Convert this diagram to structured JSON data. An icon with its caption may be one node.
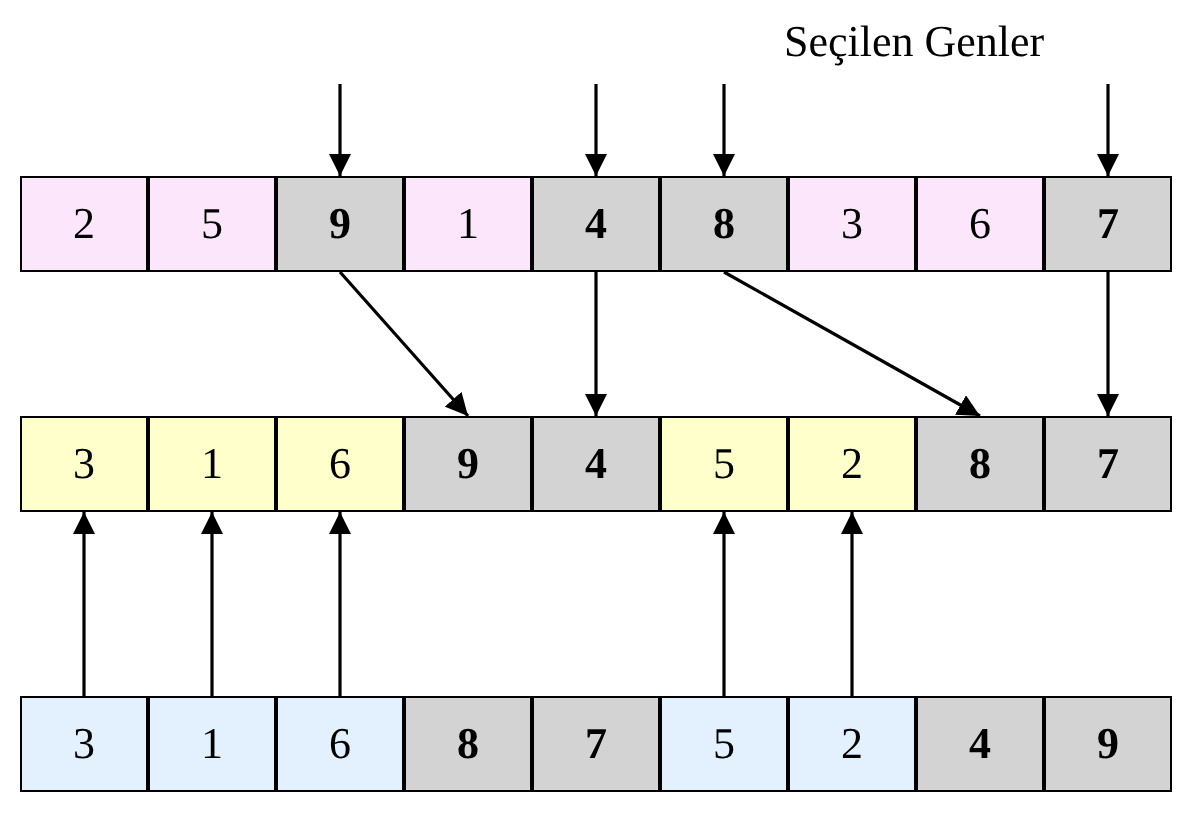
{
  "diagram": {
    "nodes": [
      {
        "text": [
          "2"
        ]
      },
      {
        "text": [
          "5"
        ]
      },
      {
        "text": [
          "9"
        ]
      },
      {
        "text": [
          "1"
        ]
      },
      {
        "text": [
          "4"
        ]
      },
      {
        "text": [
          "8"
        ]
      },
      {
        "text": [
          "3"
        ]
      },
      {
        "text": [
          "6"
        ]
      },
      {
        "text": [
          "7"
        ]
      },
      {
        "text": [
          "3"
        ]
      },
      {
        "text": [
          "1"
        ]
      },
      {
        "text": [
          "6"
        ]
      },
      {
        "text": [
          "9"
        ]
      },
      {
        "text": [
          "4"
        ]
      },
      {
        "text": [
          "5"
        ]
      },
      {
        "text": [
          "2"
        ]
      },
      {
        "text": [
          "8"
        ]
      },
      {
        "text": [
          "7"
        ]
      },
      {
        "text": [
          "3"
        ]
      },
      {
        "text": [
          "1"
        ]
      },
      {
        "text": [
          "6"
        ]
      },
      {
        "text": [
          "8"
        ]
      },
      {
        "text": [
          "7"
        ]
      },
      {
        "text": [
          "5"
        ]
      },
      {
        "text": [
          "2"
        ]
      },
      {
        "text": [
          "4"
        ]
      },
      {
        "text": [
          "9"
        ]
      }
    ],
    "edges": [
      {
        "from": null,
        "to": 2,
        "arrow": "to"
      },
      {
        "from": null,
        "to": 4,
        "arrow": "to"
      },
      {
        "from": null,
        "to": 5,
        "arrow": "to"
      },
      {
        "from": null,
        "to": 8,
        "arrow": "to"
      },
      {
        "from": 2,
        "to": 12,
        "arrow": "to"
      },
      {
        "from": 4,
        "to": 13,
        "arrow": "to"
      },
      {
        "from": 5,
        "to": 16,
        "arrow": "to"
      },
      {
        "from": 8,
        "to": 17,
        "arrow": "to"
      },
      {
        "from": 18,
        "to": 9,
        "arrow": "to"
      },
      {
        "from": 19,
        "to": 10,
        "arrow": "to"
      },
      {
        "from": 20,
        "to": 11,
        "arrow": "to"
      },
      {
        "from": 23,
        "to": 14,
        "arrow": "to"
      },
      {
        "from": 24,
        "to": 15,
        "arrow": "to"
      }
    ],
    "labels": [
      "Seçilen Genler"
    ]
  }
}
